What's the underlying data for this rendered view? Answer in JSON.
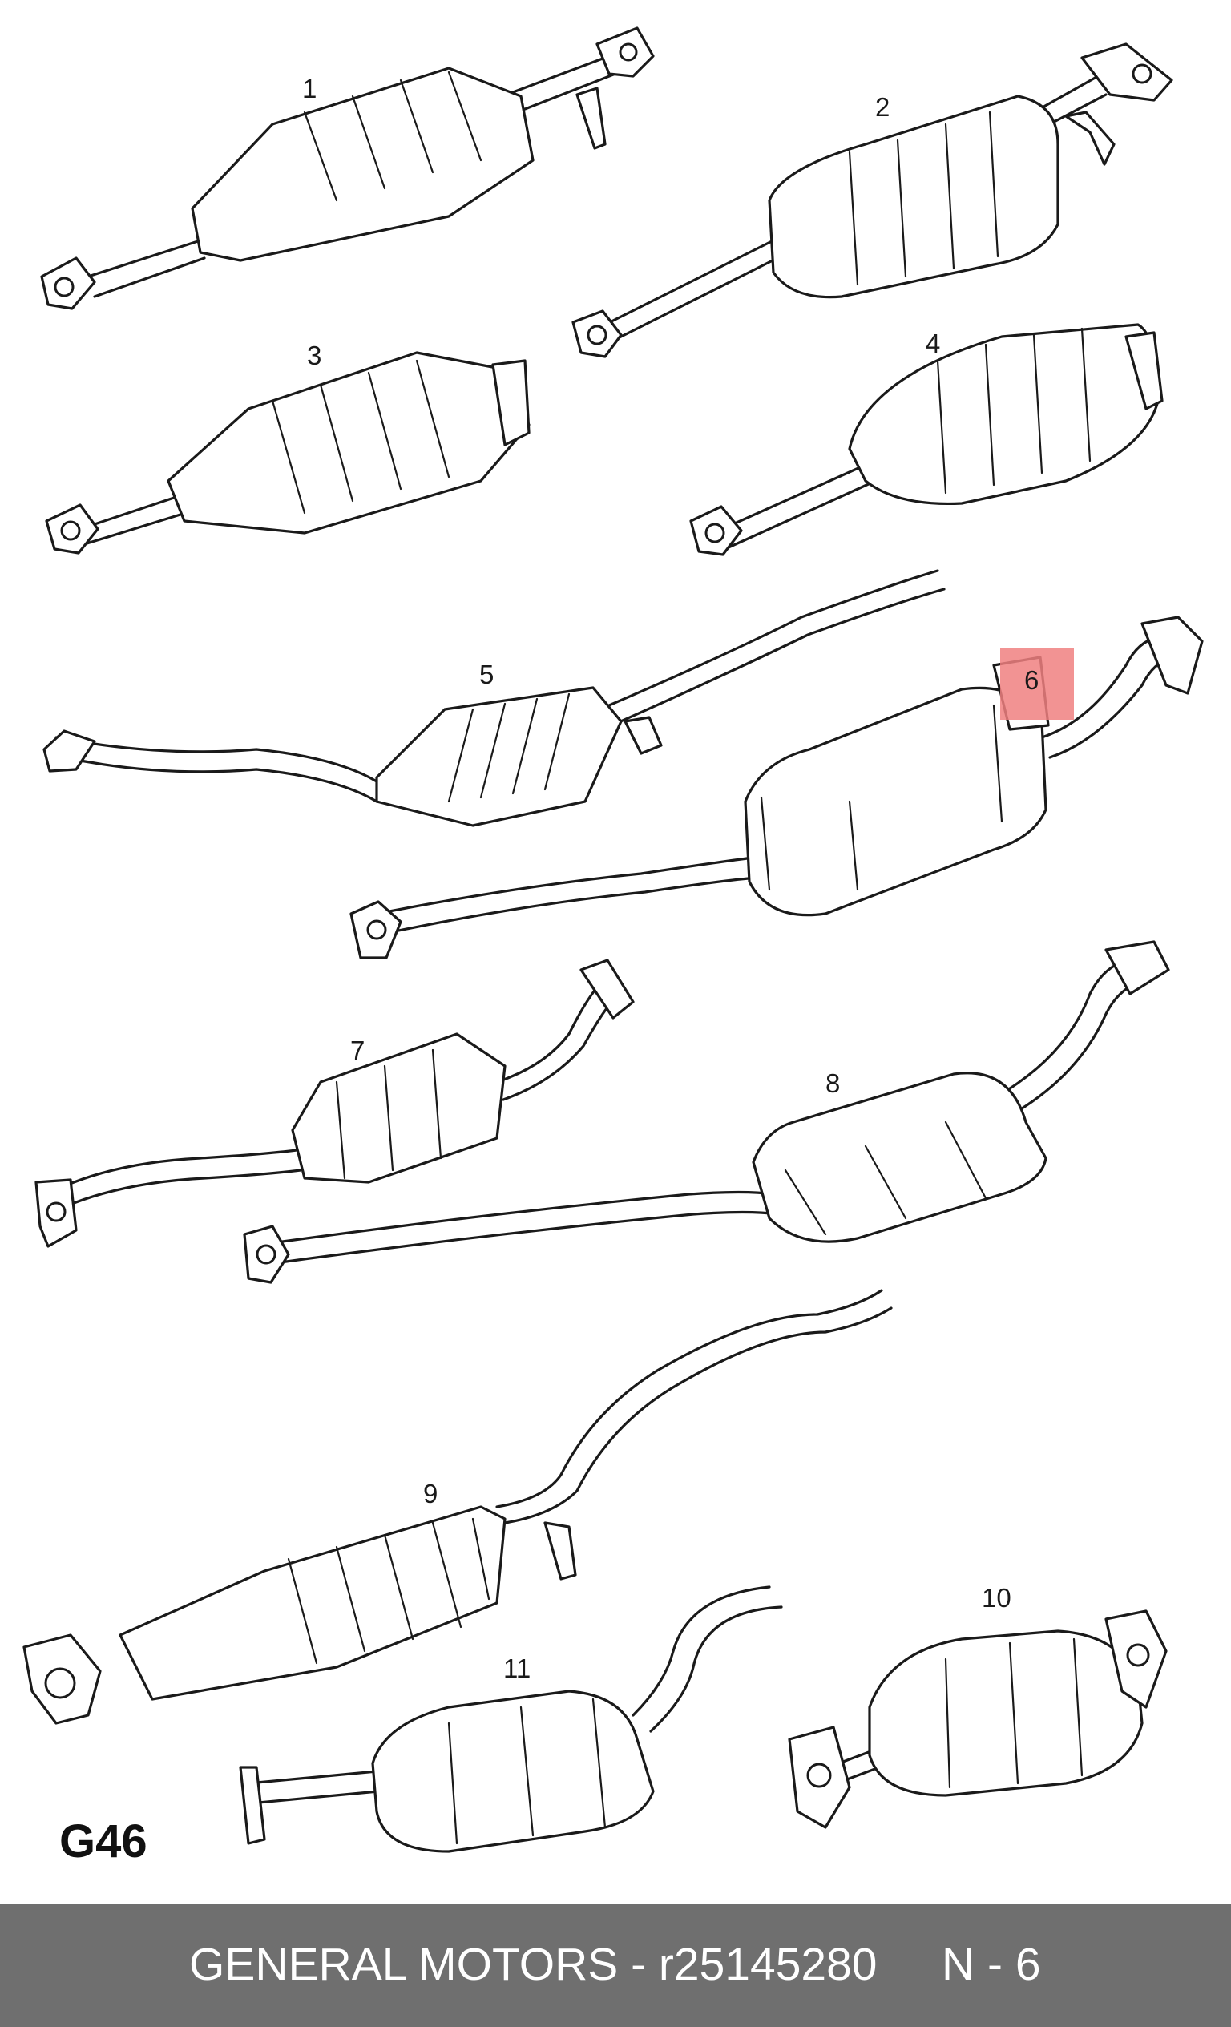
{
  "diagram": {
    "group_code": "G46",
    "highlight_color": "#f08080",
    "callouts": [
      {
        "id": "1",
        "label": "1"
      },
      {
        "id": "2",
        "label": "2"
      },
      {
        "id": "3",
        "label": "3"
      },
      {
        "id": "4",
        "label": "4"
      },
      {
        "id": "5",
        "label": "5"
      },
      {
        "id": "6",
        "label": "6",
        "highlighted": true
      },
      {
        "id": "7",
        "label": "7"
      },
      {
        "id": "8",
        "label": "8"
      },
      {
        "id": "9",
        "label": "9"
      },
      {
        "id": "10",
        "label": "10"
      },
      {
        "id": "11",
        "label": "11"
      }
    ]
  },
  "footer": {
    "brand": "GENERAL MOTORS - r25145280",
    "position": "N - 6",
    "background_color": "#6f6f6f"
  }
}
